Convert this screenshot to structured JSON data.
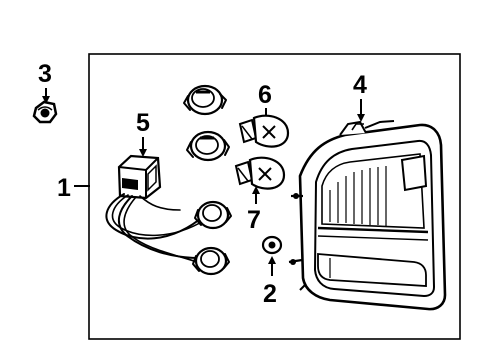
{
  "diagram": {
    "callouts": [
      {
        "id": "part-1",
        "number": "1"
      },
      {
        "id": "part-2",
        "number": "2"
      },
      {
        "id": "part-3",
        "number": "3"
      },
      {
        "id": "part-4",
        "number": "4"
      },
      {
        "id": "part-5",
        "number": "5"
      },
      {
        "id": "part-6",
        "number": "6"
      },
      {
        "id": "part-7",
        "number": "7"
      }
    ]
  }
}
